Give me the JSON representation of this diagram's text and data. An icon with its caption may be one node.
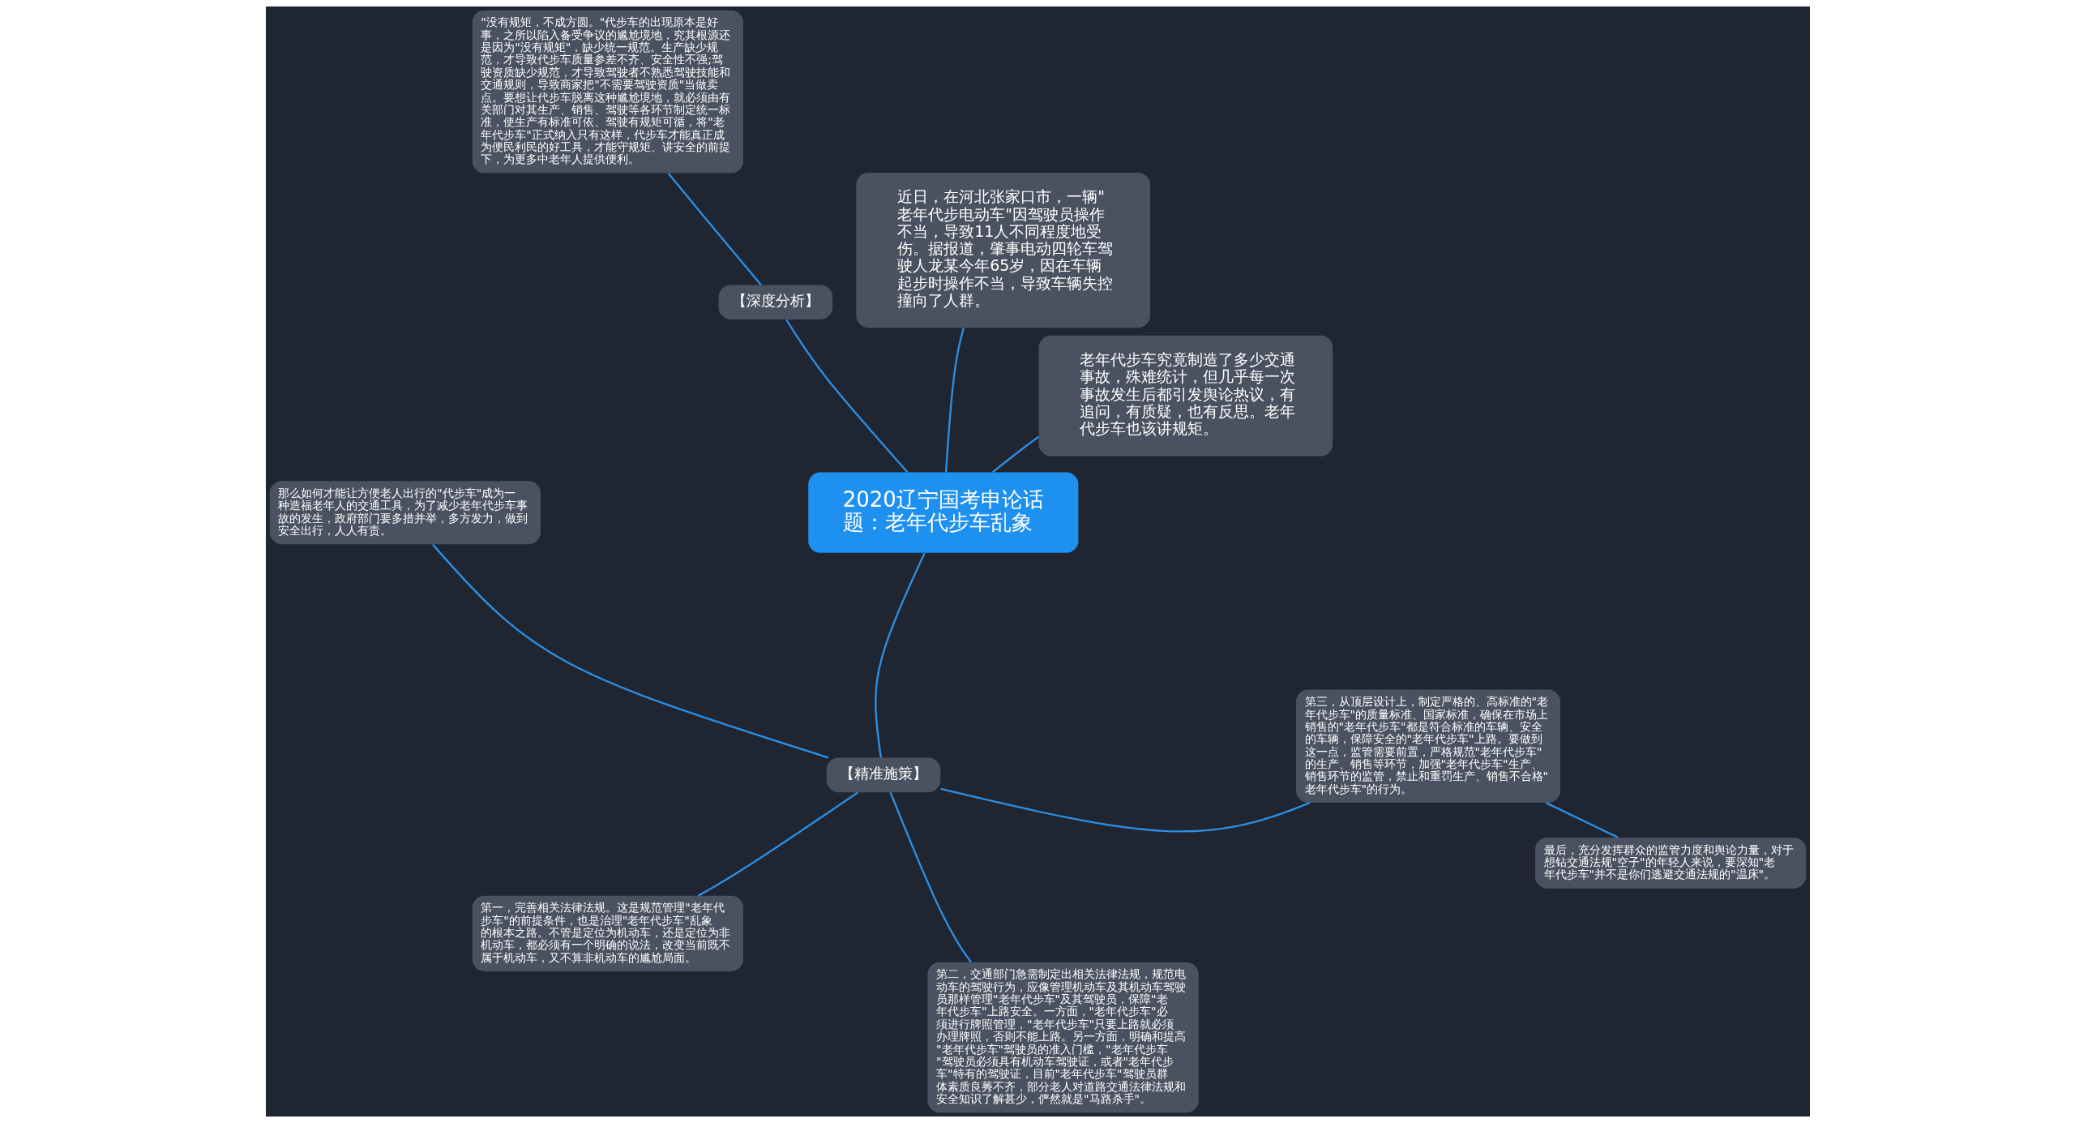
{
  "diagram": {
    "nodes": [
      {
        "text": [
          "2020辽宁国考申论话题：老年代步车乱象"
        ]
      },
      {
        "text": [
          "老年代步车究竟制造了多少交通事故，殊难统计，但几乎每一次事故发生后都引发舆论热议，有追问，有质疑，也有反思。老年代步车也该讲规矩。"
        ]
      },
      {
        "text": [
          "近日，在河北张家口市，一辆\"老年代步电动车\"因驾驶员操作不当，导致11人不同程度地受伤。据报道，肇事电动四轮车驾驶人龙某今年65岁，因在车辆起步时操作不当，导致车辆失控撞向了人群。"
        ]
      },
      {
        "text": [
          "【深度分析】"
        ]
      },
      {
        "text": [
          "\"没有规矩，不成方圆。\"代步车的出现原本是好事，之所以陷入备受争议的尴尬境地，究其根源还是因为\"没有规矩\"，缺少统一规范。生产缺少规范，才导致代步车质量参差不齐、安全性不强;驾驶资质缺少规范，才导致驾驶者不熟悉驾驶技能和交通规则，导致商家把\"不需要驾驶资质\"当做卖点。要想让代步车脱离这种尴尬境地，就必须由有关部门对其生产、销售、驾驶等各环节制定统一标准，使生产有标准可依、驾驶有规矩可循，将\"老年代步车\"正式纳入只有这样，代步车才能真正成为便民利民的好工具，才能守规矩、讲安全的前提下，为更多中老年人提供便利。"
        ]
      },
      {
        "text": [
          "【精准施策】"
        ]
      },
      {
        "text": [
          "那么如何才能让方便老人出行的\"代步车\"成为一种造福老年人的交通工具，为了减少老年代步车事故的发生，政府部门要多措并举，多方发力，做到安全出行，人人有责。"
        ]
      },
      {
        "text": [
          "第一，完善相关法律法规。这是规范管理\"老年代步车\"的前提条件，也是治理\"老年代步车\"乱象的根本之路。不管是定位为机动车，还是定位为非机动车，都必须有一个明确的说法，改变当前既不属于机动车，又不算非机动车的尴尬局面。"
        ]
      },
      {
        "text": [
          "第二，交通部门急需制定出相关法律法规，规范电动车的驾驶行为，应像管理机动车及其机动车驾驶员那样管理\"老年代步车\"及其驾驶员，保障\"老年代步车\"上路安全。一方面，\"老年代步车\"必须进行牌照管理，\"老年代步车\"只要上路就必须办理牌照，否则不能上路。另一方面，明确和提高\"老年代步车\"驾驶员的准入门槛，\"老年代步车\"驾驶员必须具有机动车驾驶证，或者\"老年代步车\"特有的驾驶证，目前\"老年代步车\"驾驶员群体素质良莠不齐，部分老人对道路交通法律法规和安全知识了解甚少，俨然就是\"马路杀手\"。"
        ]
      },
      {
        "text": [
          "第三，从顶层设计上，制定严格的、高标准的\"老年代步车\"的质量标准、国家标准，确保在市场上销售的\"老年代步车\"都是符合标准的车辆、安全的车辆，保障安全的\"老年代步车\"上路。要做到这一点，监管需要前置，严格规范\"老年代步车\"的生产、销售等环节，加强\"老年代步车\"生产、销售环节的监管，禁止和重罚生产、销售不合格\"老年代步车\"的行为。"
        ]
      },
      {
        "text": [
          "最后，充分发挥群众的监管力度和舆论力量，对于想钻交通法规\"空子\"的年轻人来说，要深知\"老年代步车\"并不是你们逃避交通法规的\"温床\"。"
        ]
      }
    ],
    "edges": [
      {
        "from": 0,
        "to": 1,
        "arrow": "none"
      },
      {
        "from": 0,
        "to": 2,
        "arrow": "none"
      },
      {
        "from": 0,
        "to": 3,
        "arrow": "none"
      },
      {
        "from": 3,
        "to": 4,
        "arrow": "none"
      },
      {
        "from": 0,
        "to": 5,
        "arrow": "none"
      },
      {
        "from": 5,
        "to": 6,
        "arrow": "none"
      },
      {
        "from": 5,
        "to": 7,
        "arrow": "none"
      },
      {
        "from": 5,
        "to": 8,
        "arrow": "none"
      },
      {
        "from": 5,
        "to": 9,
        "arrow": "none"
      },
      {
        "from": 9,
        "to": 10,
        "arrow": "none"
      }
    ]
  }
}
